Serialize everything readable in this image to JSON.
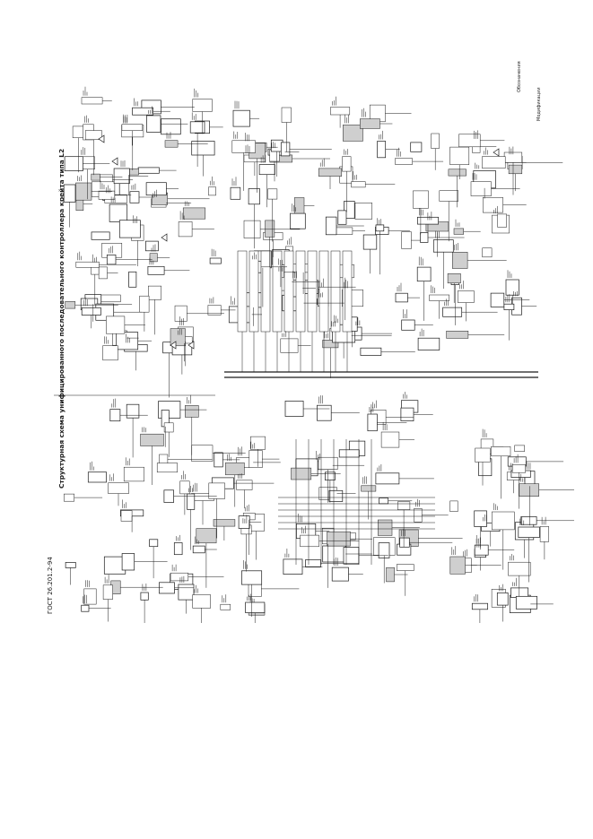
{
  "document": {
    "code": "ГОСТ 26.201.2-94",
    "title": "Структурная схема унифицированного последовательного контроллера крейта типа L2"
  },
  "legend": {
    "items": [
      "Обозначения",
      "Модификации"
    ]
  },
  "colors": {
    "ink": "#1a1a1a",
    "paper": "#ffffff"
  }
}
